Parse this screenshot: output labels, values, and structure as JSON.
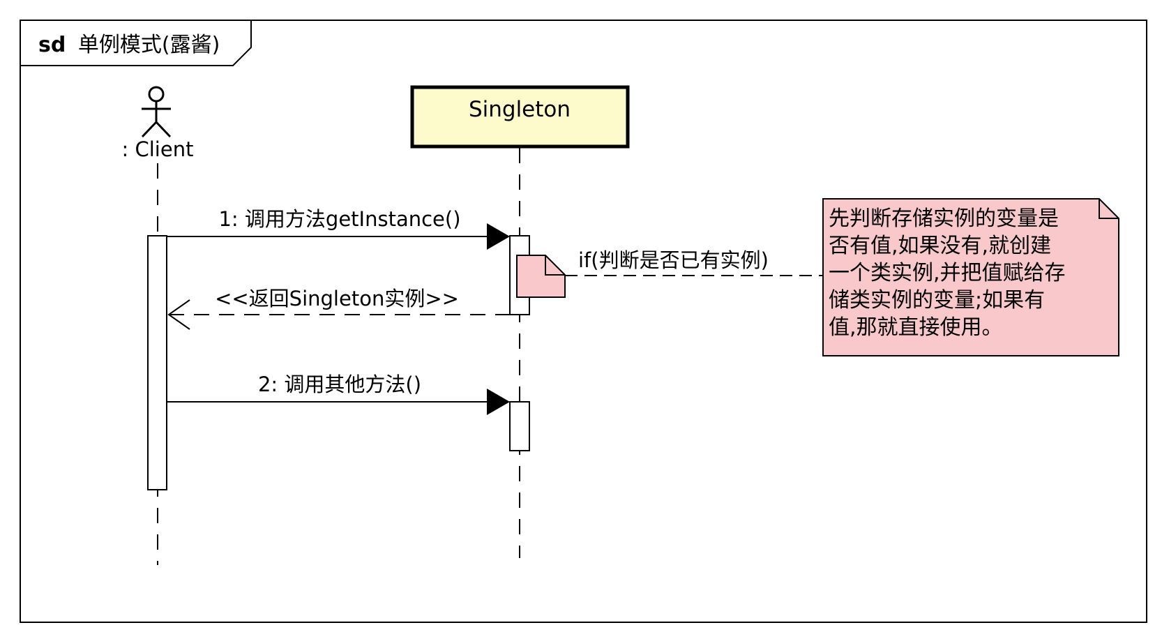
{
  "frame": {
    "keyword": "sd",
    "name": "单例模式(露酱)"
  },
  "lifelines": [
    {
      "id": "client",
      "label": ": Client",
      "kind": "actor"
    },
    {
      "id": "singleton",
      "label": "Singleton",
      "kind": "object"
    }
  ],
  "messages": [
    {
      "label": "1: 调用方法getInstance()",
      "kind": "sync"
    },
    {
      "label": "<<返回Singleton实例>>",
      "kind": "return"
    },
    {
      "label": "2: 调用其他方法()",
      "kind": "sync"
    }
  ],
  "self_note_link_label": "if(判断是否已有实例)",
  "note": {
    "lines": [
      "先判断存储实例的变量是",
      "否有值,如果没有,就创建",
      "一个类实例,并把值赋给存",
      "储类实例的变量;如果有",
      "值,那就直接使用。"
    ]
  },
  "colors": {
    "object_fill": "#fdfbcb",
    "note_fill": "#f8c8cb",
    "line": "#000000"
  }
}
